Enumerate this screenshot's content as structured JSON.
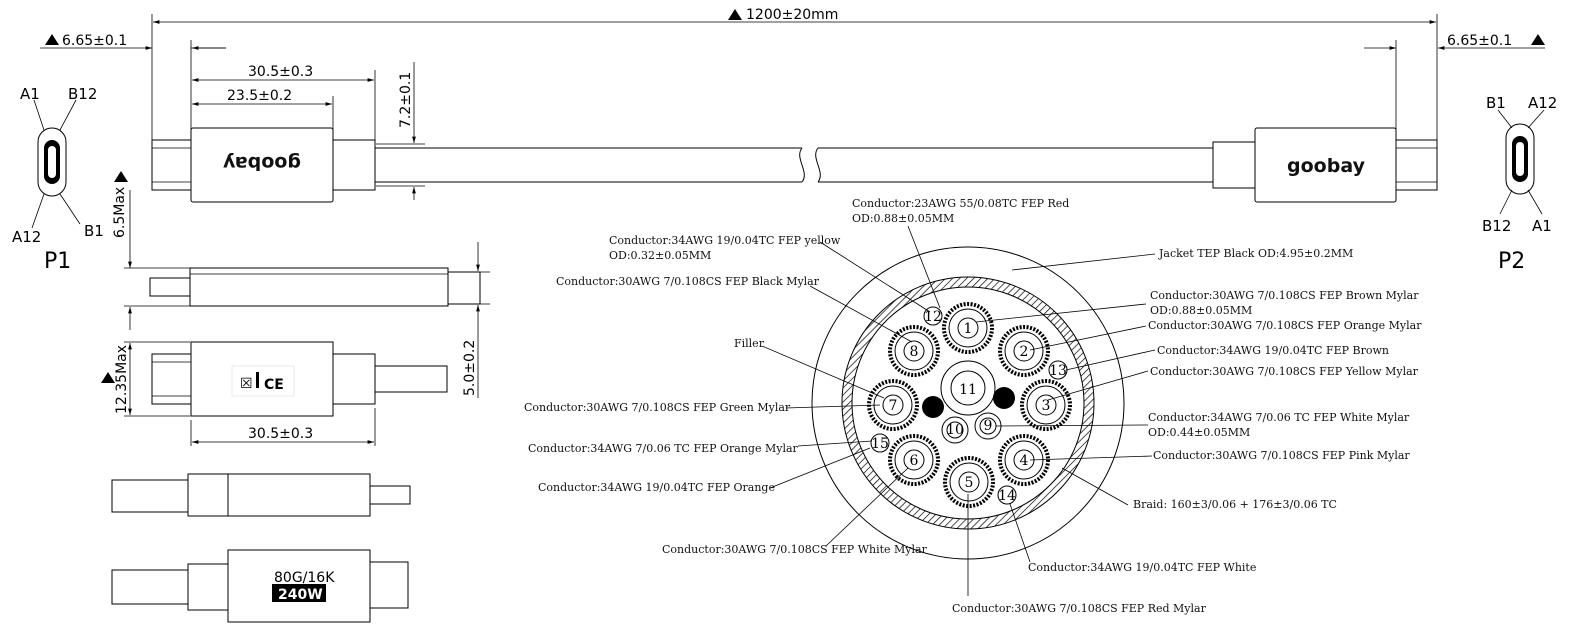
{
  "dimensions": {
    "total_length": "1200±20mm",
    "tip_left": "6.65±0.1",
    "tip_right": "6.65±0.1",
    "overmold_length": "30.5±0.3",
    "overmold_inner": "23.5±0.2",
    "cable_od": "7.2±0.1",
    "side_height": "6.5Max",
    "side_width": "5.0±0.2",
    "top_height": "12.35Max",
    "top_length": "30.5±0.3"
  },
  "ports": {
    "p1": {
      "name": "P1",
      "top_left": "A1",
      "top_right": "B12",
      "bottom_left": "A12",
      "bottom_right": "B1"
    },
    "p2": {
      "name": "P2",
      "top_left": "B1",
      "top_right": "A12",
      "bottom_left": "B12",
      "bottom_right": "A1"
    }
  },
  "brand": {
    "left_logo": "goobay",
    "right_logo": "goobay",
    "rating_top": "80G/16K",
    "rating_bottom": "240W",
    "cert_mark": "CE"
  },
  "cross_section": {
    "conductors": [
      {
        "id": "1",
        "label": "Conductor:23AWG 55/0.08TC FEP Red",
        "od": "OD:0.88±0.05MM"
      },
      {
        "id": "2",
        "label": "Conductor:30AWG 7/0.108CS FEP Brown Mylar",
        "od": "OD:0.88±0.05MM"
      },
      {
        "id": "3",
        "label": "Conductor:30AWG 7/0.108CS FEP Yellow Mylar"
      },
      {
        "id": "4",
        "label": "Conductor:30AWG 7/0.108CS FEP Pink Mylar"
      },
      {
        "id": "5",
        "label": "Conductor:30AWG 7/0.108CS FEP Red Mylar"
      },
      {
        "id": "6",
        "label": "Conductor:30AWG 7/0.108CS FEP White Mylar"
      },
      {
        "id": "7",
        "label": "Conductor:30AWG 7/0.108CS FEP Green Mylar"
      },
      {
        "id": "8",
        "label": "Conductor:30AWG 7/0.108CS FEP Black Mylar"
      },
      {
        "id": "9",
        "label": "Conductor:34AWG 7/0.06 TC FEP White Mylar",
        "od": "OD:0.44±0.05MM"
      },
      {
        "id": "10",
        "label": "Conductor:34AWG 7/0.06 TC FEP Orange Mylar"
      },
      {
        "id": "11",
        "label": "Filler"
      },
      {
        "id": "12",
        "label": "Conductor:34AWG 19/0.04TC FEP yellow",
        "od": "OD:0.32±0.05MM"
      },
      {
        "id": "13",
        "label": "Conductor:34AWG 19/0.04TC FEP Brown"
      },
      {
        "id": "14",
        "label": "Conductor:34AWG 19/0.04TC FEP White"
      },
      {
        "id": "15",
        "label": "Conductor:34AWG 19/0.04TC FEP Orange"
      }
    ],
    "jacket": "Jacket TEP  Black OD:4.95±0.2MM",
    "braid": "Braid: 160±3/0.06 + 176±3/0.06 TC"
  }
}
